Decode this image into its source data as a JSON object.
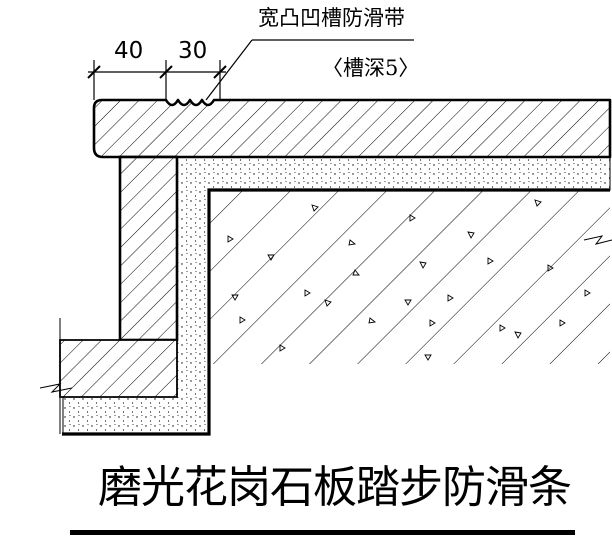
{
  "title": "磨光花岗石板踏步防滑条",
  "annotation": {
    "line1": "宽凸凹槽防滑带",
    "line2": "〈槽深5〉"
  },
  "dimensions": {
    "first": "40",
    "second": "30"
  }
}
